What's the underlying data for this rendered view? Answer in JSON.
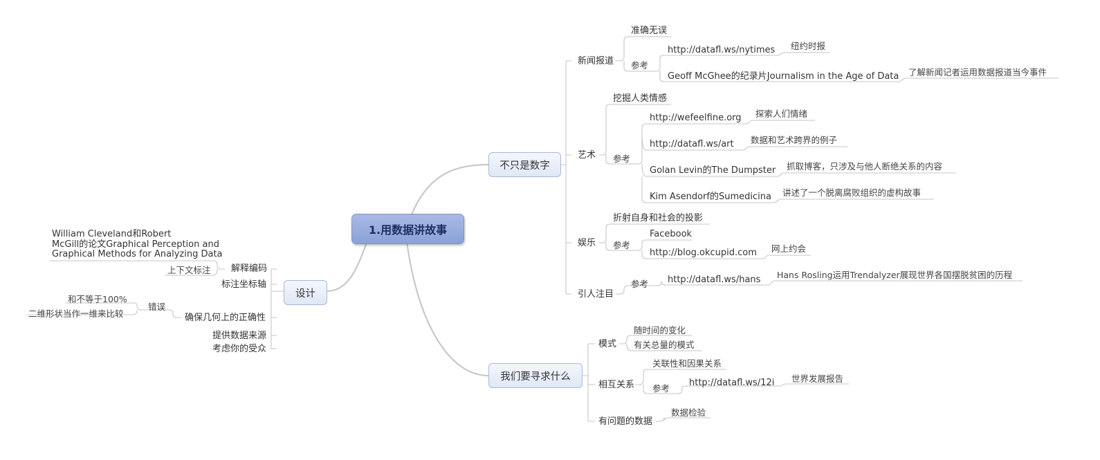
{
  "center": "1.用数据讲故事",
  "topics": {
    "more_than_numbers": "不只是数字",
    "design": "设计",
    "what_we_seek": "我们要寻求什么"
  },
  "news": {
    "label": "新闻报道",
    "accurate": "准确无误",
    "ref": "参考",
    "nytimes_link": "http://datafl.ws/nytimes",
    "nytimes_note": "纽约时报",
    "mcghee": "Geoff McGhee的纪录片Journalism in the Age of Data",
    "mcghee_note": "了解新闻记者运用数据报道当今事件"
  },
  "art": {
    "label": "艺术",
    "emotion": "挖掘人类情感",
    "ref": "参考",
    "wefeelfine": "http://wefeelfine.org",
    "wefeelfine_note": "探索人们情绪",
    "datafl_art": "http://datafl.ws/art",
    "datafl_art_note": "数据和艺术跨界的例子",
    "golan": "Golan Levin的The Dumpster",
    "golan_note": "抓取博客，只涉及与他人断绝关系的内容",
    "kim": "Kim Asendorf的Sumedicina",
    "kim_note": "讲述了一个脱离腐败组织的虚构故事"
  },
  "entertainment": {
    "label": "娱乐",
    "reflection": "折射自身和社会的投影",
    "ref": "参考",
    "facebook": "Facebook",
    "okcupid": "http://blog.okcupid.com",
    "okcupid_note": "网上约会"
  },
  "attention": {
    "label": "引人注目",
    "ref": "参考",
    "hans_link": "http://datafl.ws/hans",
    "hans_note": "Hans Rosling运用Trendalyzer展现世界各国摆脱贫困的历程"
  },
  "patterns": {
    "label": "模式",
    "over_time": "随时间的变化",
    "aggregate": "有关总量的模式"
  },
  "relations": {
    "label": "相互关系",
    "causal": "关联性和因果关系",
    "ref": "参考",
    "link": "http://datafl.ws/12i",
    "link_note": "世界发展报告"
  },
  "problem_data": {
    "label": "有问题的数据",
    "check": "数据检验"
  },
  "design": {
    "explain": "解释编码",
    "cleveland": "William Cleveland和Robert\nMcGill的论文Graphical Perception and\nGraphical Methods for Analyzing Data",
    "context": "上下文标注",
    "axes": "标注坐标轴",
    "geometry": "确保几何上的正确性",
    "error": "错误",
    "not_100": "和不等于100%",
    "two_dim": "二维形状当作一维来比较",
    "source": "提供数据来源",
    "audience": "考虑你的受众"
  },
  "colors": {
    "line": "#c4c4c4",
    "center_fill": "#9db0df",
    "topic_fill": "#e6ecf8",
    "text": "#333333"
  }
}
